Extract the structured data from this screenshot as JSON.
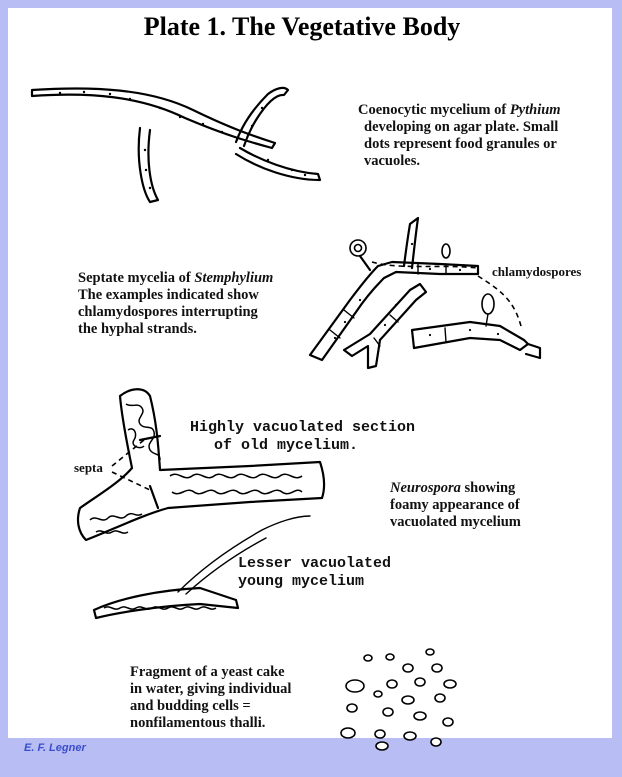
{
  "title": "Plate 1.  The Vegetative Body",
  "pythium_caption": {
    "line1_pre": "Coenocytic mycelium of ",
    "line1_italic": "Pythium",
    "line2": "developing on agar plate.  Small",
    "line3": "dots represent food granules or",
    "line4": "vacuoles."
  },
  "stemphylium_caption": {
    "line1_pre": "Septate mycelia of ",
    "line1_italic": "Stemphylium",
    "line2": "The examples indicated show",
    "line3": "chlamydospores interrupting",
    "line4": "the hyphal strands."
  },
  "chlamydospores_label": "chlamydospores",
  "highly_vacuolated": {
    "line1": "Highly vacuolated section",
    "line2": "of old mycelium."
  },
  "septa_label": "septa",
  "neurospora_caption": {
    "line1_italic": "Neurospora",
    "line1_post": " showing",
    "line2": "foamy appearance of",
    "line3": "vacuolated mycelium"
  },
  "lesser_vacuolated": {
    "line1": "Lesser vacuolated",
    "line2": "young mycelium"
  },
  "yeast_caption": {
    "line1": "Fragment of a yeast cake",
    "line2": "in water, giving individual",
    "line3": "and budding cells =",
    "line4": "nonfilamentous thalli."
  },
  "credit": "E. F. Legner",
  "colors": {
    "border": "#b8bdf4",
    "page": "#ffffff",
    "ink": "#000000",
    "credit": "#3a4ec9"
  }
}
